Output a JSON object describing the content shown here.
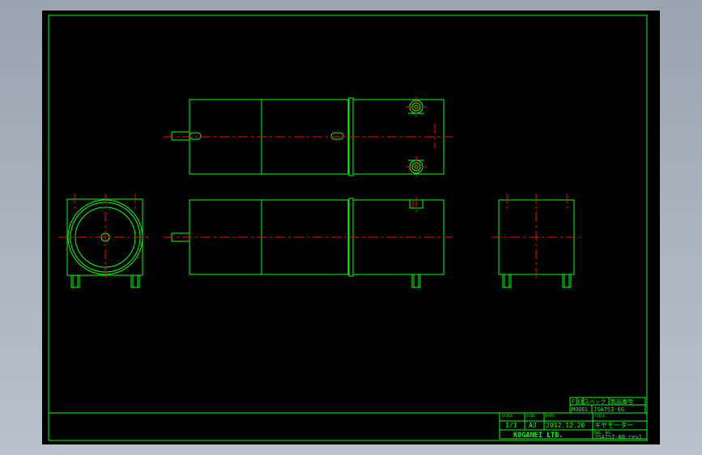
{
  "title_block": {
    "row1_a": "F",
    "row1_b": "EE",
    "row1_c": "スペック",
    "row1_d": "製品番号",
    "model_label": "MODEL",
    "model_value": "JSA7SI-6G",
    "title_label": "TITLE",
    "title_value": "ギヤモーター",
    "scale_label": "SCALE",
    "scale_value": "1/1",
    "size_label": "SIZE",
    "size_value": "A3",
    "date_label": "DATE",
    "date_value": "2012.12.20",
    "company": "KOGANEI LTD.",
    "dwg_label": "DWG. NO.",
    "dwg_value": "JSA7SI-6G_rev1"
  },
  "colors": {
    "background": "#000000",
    "outline": "#00ff00",
    "centerline": "#ff0000",
    "window": "#a5afba"
  }
}
